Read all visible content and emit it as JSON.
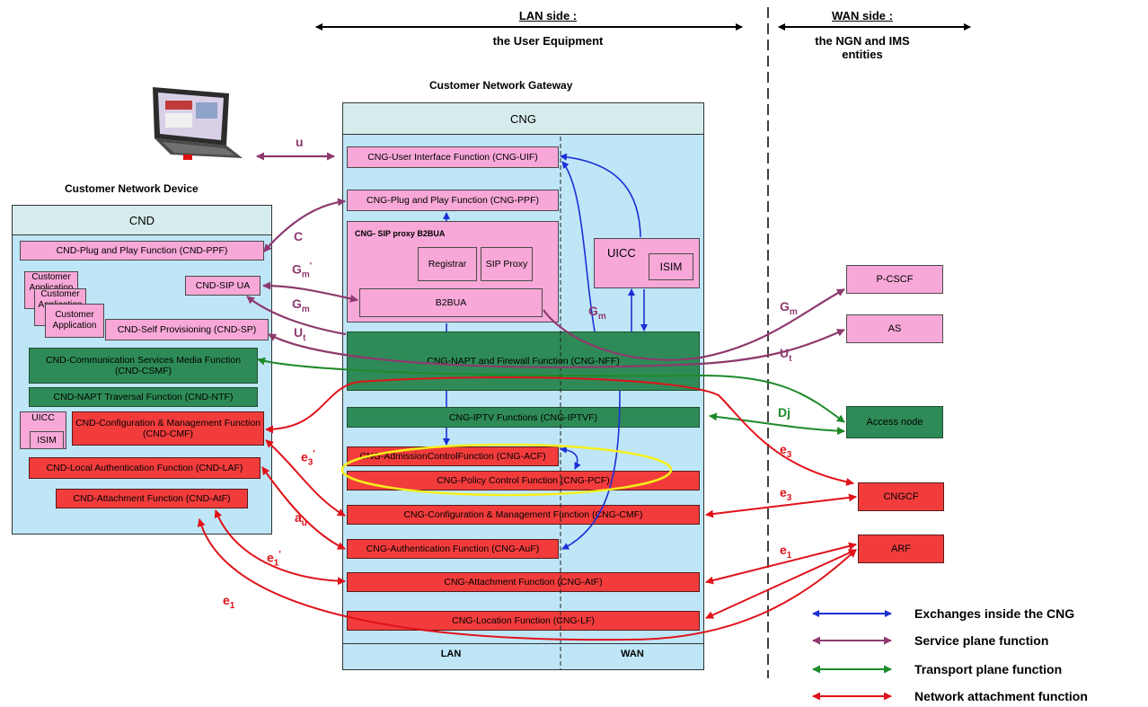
{
  "header": {
    "lan_title": "LAN side :",
    "lan_sub": "the User Equipment",
    "wan_title": "WAN side :",
    "wan_sub": "the NGN and IMS entities"
  },
  "cng": {
    "caption": "Customer Network Gateway",
    "title": "CNG",
    "uif": "CNG-User Interface Function (CNG-UIF)",
    "ppf": "CNG-Plug and Play Function (CNG-PPF)",
    "sip_proxy_title": "CNG- SIP  proxy B2BUA",
    "registrar": "Registrar",
    "sip_proxy": "SIP Proxy",
    "b2bua": "B2BUA",
    "uicc": "UICC",
    "isim": "ISIM",
    "nff": "CNG-NAPT and Firewall Function (CNG-NFF)",
    "iptvf": "CNG-IPTV Functions (CNG-IPTVF)",
    "acf": "CNG-AdmissionControlFunction (CNG-ACF)",
    "pcf": "CNG-Policy Control Function (CNG-PCF)",
    "cmf": "CNG-Configuration & Management Function (CNG-CMF)",
    "auf": "CNG-Authentication Function (CNG-AuF)",
    "atf": "CNG-Attachment Function (CNG-AtF)",
    "lf": "CNG-Location Function (CNG-LF)",
    "lan": "LAN",
    "wan": "WAN"
  },
  "cnd": {
    "caption": "Customer Network Device",
    "title": "CND",
    "ppf": "CND-Plug and Play Function (CND-PPF)",
    "app1": "Customer Application",
    "app2": "Customer Application",
    "app3": "Customer Application",
    "sip_ua": "CND-SIP UA",
    "sp": "CND-Self Provisioning (CND-SP)",
    "csmf": "CND-Communication Services Media Function (CND-CSMF)",
    "ntf": "CND-NAPT Traversal Function (CND-NTF)",
    "uicc": "UICC",
    "isim": "ISIM",
    "cmf": "CND-Configuration & Management Function (CND-CMF)",
    "laf": "CND-Local Authentication Function (CND-LAF)",
    "atf": "CND-Attachment Function (CND-AtF)"
  },
  "wan_entities": {
    "pcscf": "P-CSCF",
    "as": "AS",
    "access_node": "Access node",
    "cngcf": "CNGCF",
    "arf": "ARF"
  },
  "interfaces": {
    "u": "u",
    "c": "C",
    "gm_prime": "G",
    "gm_prime_sub": "m",
    "gm_prime_sup": "'",
    "gm_lan": "G",
    "gm_lan_sub": "m",
    "gm_mid": "G",
    "gm_mid_sub": "m",
    "ut_lan": "U",
    "ut_lan_sub": "t",
    "gm_wan": "G",
    "gm_wan_sub": "m",
    "ut_wan": "U",
    "ut_wan_sub": "t",
    "dj": "Dj",
    "e3_prime": "e",
    "e3_prime_sub": "3",
    "e3_prime_sup": "'",
    "au": "a",
    "au_sub": "u",
    "e1_prime": "e",
    "e1_prime_sub": "1",
    "e1_prime_sup": "'",
    "e1_lan": "e",
    "e1_lan_sub": "1",
    "e3_a": "e",
    "e3_a_sub": "3",
    "e3_b": "e",
    "e3_b_sub": "3",
    "e1_wan": "e",
    "e1_wan_sub": "1"
  },
  "legend": [
    {
      "label": "Exchanges inside the CNG",
      "color": "#1b2fd6"
    },
    {
      "label": "Service plane function",
      "color": "#8e3a6e"
    },
    {
      "label": "Transport plane function",
      "color": "#1e8a2a"
    },
    {
      "label": "Network attachment function",
      "color": "#e0121a"
    }
  ],
  "colors": {
    "blue": "#1b2fd6",
    "purple": "#8e3a6e",
    "green": "#1e8a2a",
    "red": "#e0121a",
    "ellipse": "#f5ef1a"
  }
}
